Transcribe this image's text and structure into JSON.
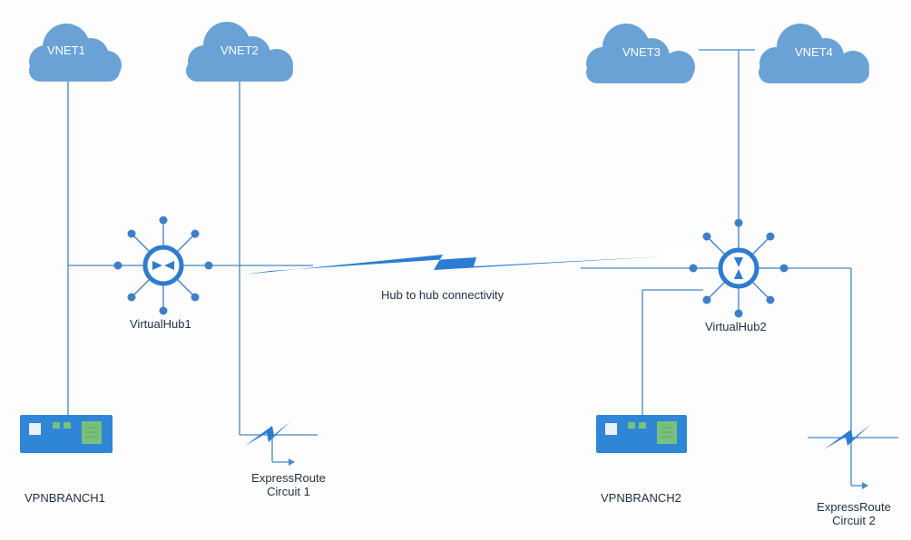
{
  "colors": {
    "cloud": "#6aa2d6",
    "line": "#4a87c0",
    "hub_ring": "#2f7ccc",
    "hub_dot": "#3f7fc6",
    "bolt": "#2b7cd3",
    "device": "#2f86d6",
    "device_screen": "#e7f2fb",
    "device_green": "#79c07d",
    "text": "#1f2f3f"
  },
  "clouds": [
    {
      "label": "VNET1",
      "icon": "cloud-icon"
    },
    {
      "label": "VNET2",
      "icon": "cloud-icon"
    },
    {
      "label": "VNET3",
      "icon": "cloud-icon"
    },
    {
      "label": "VNET4",
      "icon": "cloud-icon"
    }
  ],
  "hubs": [
    {
      "label": "VirtualHub1",
      "icon": "virtual-hub-icon"
    },
    {
      "label": "VirtualHub2",
      "icon": "virtual-hub-icon"
    }
  ],
  "branches": [
    {
      "label": "VPNBRANCH1",
      "icon": "vpn-device-icon"
    },
    {
      "label": "VPNBRANCH2",
      "icon": "vpn-device-icon"
    }
  ],
  "circuits": [
    {
      "line1": "ExpressRoute",
      "line2": "Circuit 1",
      "icon": "expressroute-bolt-icon"
    },
    {
      "line1": "ExpressRoute",
      "line2": "Circuit 2",
      "icon": "expressroute-bolt-icon"
    }
  ],
  "link": {
    "label": "Hub to hub connectivity",
    "icon": "lightning-link-icon"
  }
}
